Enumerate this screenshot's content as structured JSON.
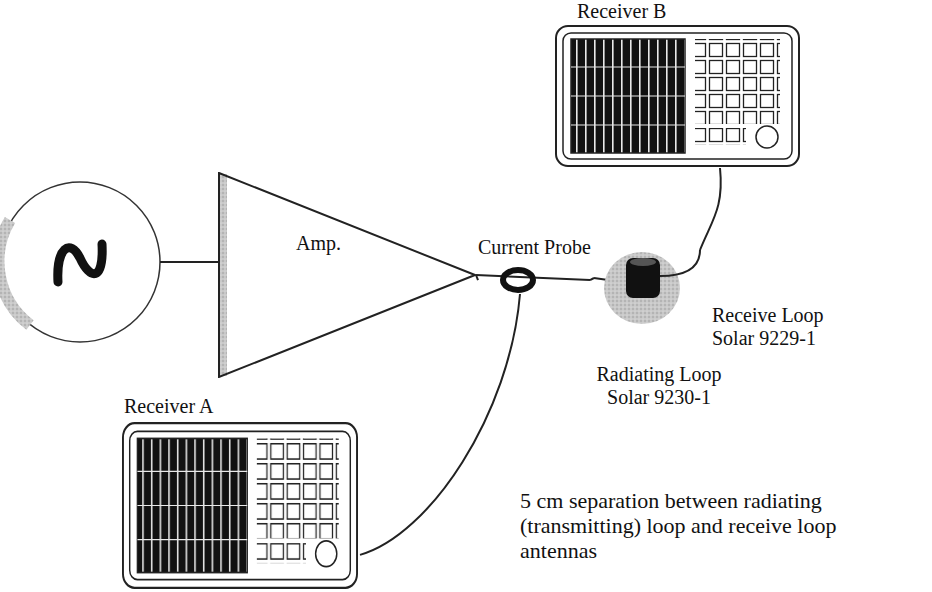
{
  "diagram": {
    "nodes": [
      {
        "text": [
          "Receiver B"
        ]
      },
      {
        "text": [
          "Amp."
        ]
      },
      {
        "text": [
          "Current Probe"
        ]
      },
      {
        "text": [
          "Receive Loop Solar 9229-1"
        ]
      },
      {
        "text": [
          "Radiating Loop Solar 9230-1"
        ]
      },
      {
        "text": [
          "Receiver A"
        ]
      }
    ],
    "edges": [
      {
        "from": 1,
        "to": 2,
        "arrow": "none"
      },
      {
        "from": 2,
        "to": 4,
        "arrow": "none"
      },
      {
        "from": 2,
        "to": 5,
        "arrow": "none"
      },
      {
        "from": 3,
        "to": 0,
        "arrow": "none"
      }
    ],
    "labels": [
      "5 cm separation between radiating (transmitting) loop and receive loop antennas"
    ]
  }
}
